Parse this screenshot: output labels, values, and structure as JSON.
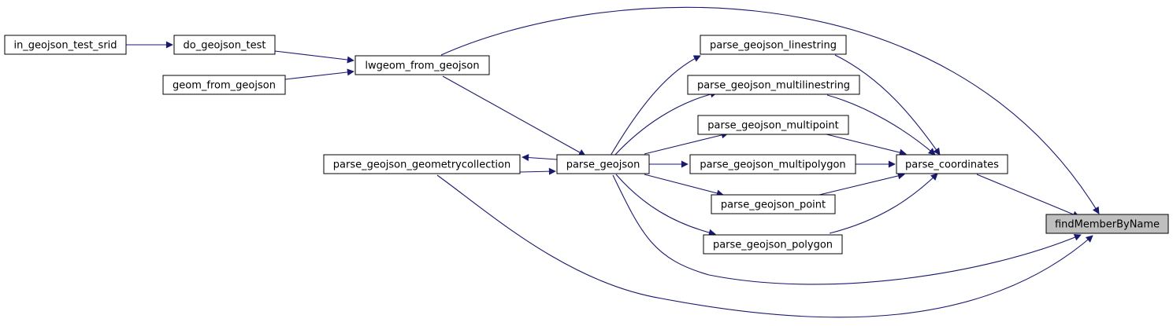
{
  "nodes": {
    "in_geojson_test_srid": "in_geojson_test_srid",
    "do_geojson_test": "do_geojson_test",
    "geom_from_geojson": "geom_from_geojson",
    "lwgeom_from_geojson": "lwgeom_from_geojson",
    "parse_geojson_geometrycollection": "parse_geojson_geometrycollection",
    "parse_geojson": "parse_geojson",
    "parse_geojson_linestring": "parse_geojson_linestring",
    "parse_geojson_multilinestring": "parse_geojson_multilinestring",
    "parse_geojson_multipoint": "parse_geojson_multipoint",
    "parse_geojson_multipolygon": "parse_geojson_multipolygon",
    "parse_geojson_point": "parse_geojson_point",
    "parse_geojson_polygon": "parse_geojson_polygon",
    "parse_coordinates": "parse_coordinates",
    "findMemberByName": "findMemberByName"
  },
  "colors": {
    "edge": "#191970",
    "highlight_node": "#bfbfbf",
    "node_fill": "#ffffff"
  }
}
